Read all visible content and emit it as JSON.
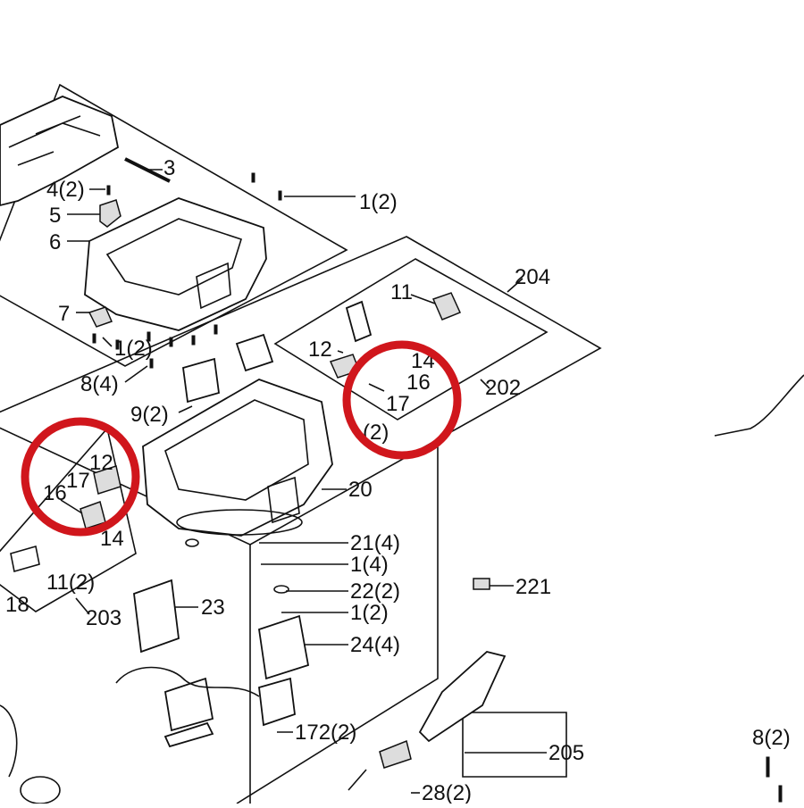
{
  "diagram": {
    "highlight_color": "#d0161c",
    "line_color": "#111111",
    "callouts": {
      "c3": "3",
      "c4": "4(2)",
      "c5": "5",
      "c6": "6",
      "c7": "7",
      "c1a": "1(2)",
      "c1b": "1(2)",
      "c8a": "8(4)",
      "c9": "9(2)",
      "c11a": "11",
      "c204": "204",
      "c12a": "12",
      "c14a": "14",
      "c16a": "16",
      "c17a": "17",
      "c202": "202",
      "c2a": "(2)",
      "c12b": "12",
      "c17b": "17",
      "c16b": "16",
      "c14b": "14",
      "c11b": "11(2)",
      "c18": "18",
      "c203": "203",
      "c20": "20",
      "c21": "21(4)",
      "c1c": "1(4)",
      "c22": "22(2)",
      "c1d": "1(2)",
      "c23": "23",
      "c24": "24(4)",
      "c172": "172(2)",
      "c221": "221",
      "c205": "205",
      "c28": "28(2)",
      "c8b": "8(2)"
    }
  }
}
